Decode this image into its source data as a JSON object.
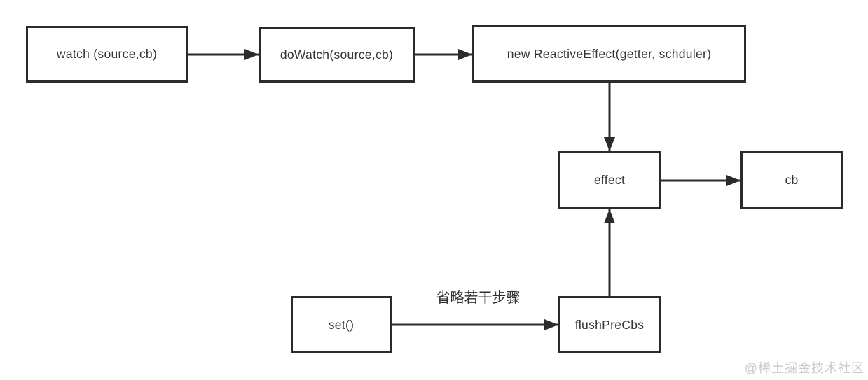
{
  "diagram": {
    "nodes": {
      "watch": {
        "label": "watch (source,cb)"
      },
      "dowatch": {
        "label": "doWatch(source,cb)"
      },
      "reactive_effect": {
        "label": "new ReactiveEffect(getter, schduler)"
      },
      "effect": {
        "label": "effect"
      },
      "cb": {
        "label": "cb"
      },
      "set": {
        "label": "set()"
      },
      "flush_pre_cbs": {
        "label": "flushPreCbs"
      }
    },
    "edges": [
      {
        "from": "watch",
        "to": "dowatch",
        "label": ""
      },
      {
        "from": "dowatch",
        "to": "reactive_effect",
        "label": ""
      },
      {
        "from": "reactive_effect",
        "to": "effect",
        "label": ""
      },
      {
        "from": "effect",
        "to": "cb",
        "label": ""
      },
      {
        "from": "set",
        "to": "flush_pre_cbs",
        "label": "省略若干步骤"
      },
      {
        "from": "flush_pre_cbs",
        "to": "effect",
        "label": ""
      }
    ]
  },
  "watermark": "@稀土掘金技术社区",
  "colors": {
    "border": "#2b2b2b",
    "arrow": "#2b2b2b",
    "text": "#333333",
    "watermark": "#c9c9c9",
    "background": "#ffffff"
  }
}
